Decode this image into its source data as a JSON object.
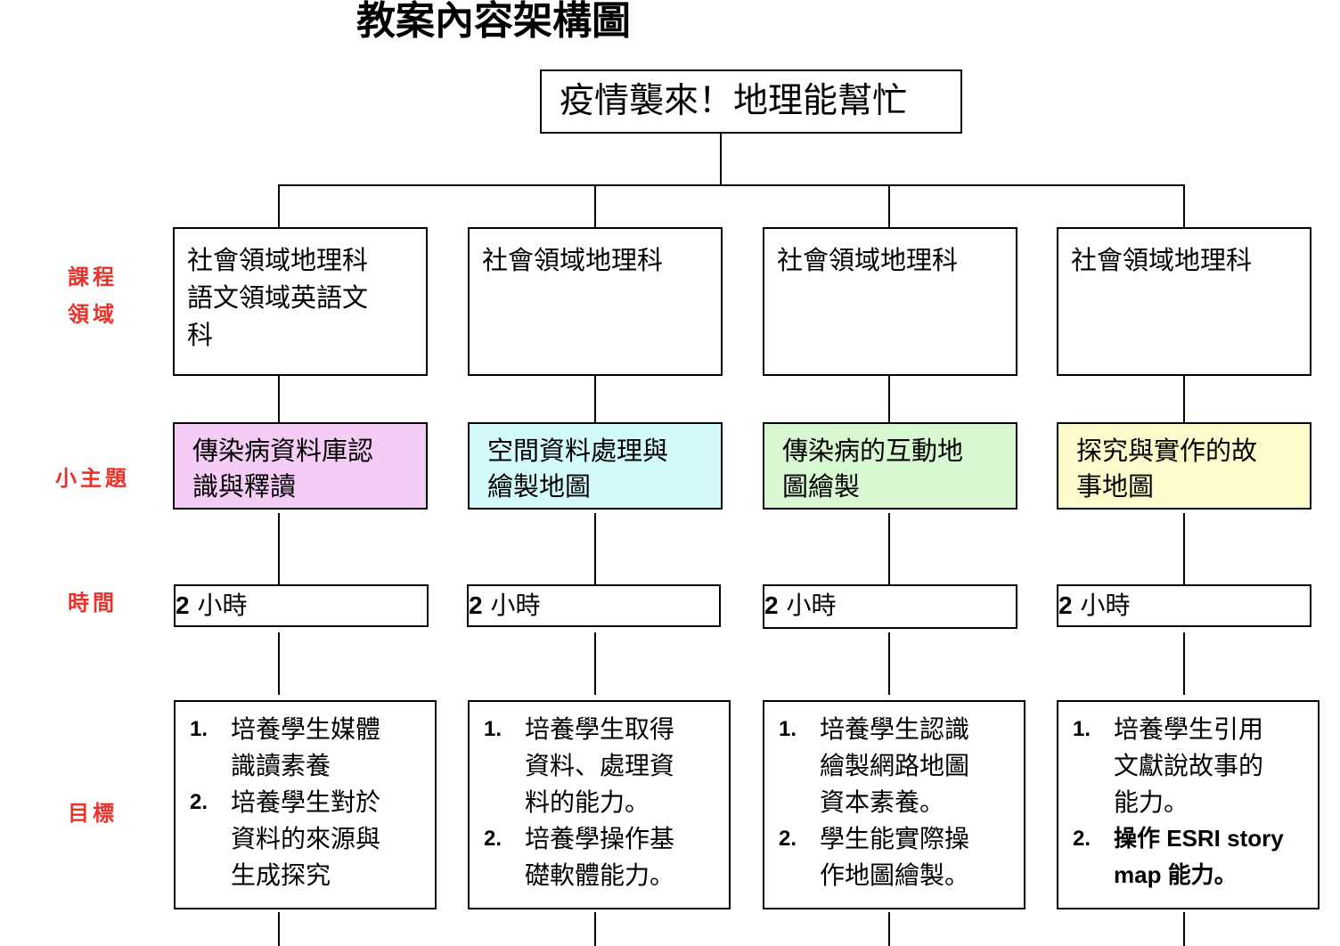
{
  "title": "教案內容架構圖",
  "root": "疫情襲來！地理能幫忙",
  "row_labels": {
    "field": [
      "課程",
      "領域"
    ],
    "topic": "小主題",
    "time": "時間",
    "goal": "目標"
  },
  "topic_colors": [
    "#f5ccf6",
    "#d4fbfc",
    "#d7f8d1",
    "#fdfbcc"
  ],
  "columns": [
    {
      "field": [
        "社會領域地理科",
        "語文領域英語文",
        "科"
      ],
      "topic": [
        "傳染病資料庫認",
        "識與釋讀"
      ],
      "time_num": "2",
      "time_unit": "小時",
      "goals": [
        {
          "num": "1.",
          "lines": [
            "培養學生媒體",
            "識讀素養"
          ]
        },
        {
          "num": "2.",
          "lines": [
            "培養學生對於",
            "資料的來源與",
            "生成探究"
          ]
        }
      ]
    },
    {
      "field": [
        "社會領域地理科"
      ],
      "topic": [
        "空間資料處理與",
        "繪製地圖"
      ],
      "time_num": "2",
      "time_unit": "小時",
      "goals": [
        {
          "num": "1.",
          "lines": [
            "培養學生取得",
            "資料、處理資",
            "料的能力。"
          ]
        },
        {
          "num": "2.",
          "lines": [
            "培養學操作基",
            "礎軟體能力。"
          ]
        }
      ]
    },
    {
      "field": [
        "社會領域地理科"
      ],
      "topic": [
        "傳染病的互動地",
        "圖繪製"
      ],
      "time_num": "2",
      "time_unit": "小時",
      "goals": [
        {
          "num": "1.",
          "lines": [
            "培養學生認識",
            "繪製網路地圖",
            "資本素養。"
          ]
        },
        {
          "num": "2.",
          "lines": [
            "學生能實際操",
            "作地圖繪製。"
          ]
        }
      ]
    },
    {
      "field": [
        "社會領域地理科"
      ],
      "topic": [
        "探究與實作的故",
        "事地圖"
      ],
      "time_num": "2",
      "time_unit": "小時",
      "goals": [
        {
          "num": "1.",
          "lines": [
            "培養學生引用",
            "文獻說故事的",
            "能力。"
          ]
        },
        {
          "num": "2.",
          "lines": [
            "操作 ESRI story",
            "map 能力。"
          ]
        }
      ]
    }
  ]
}
